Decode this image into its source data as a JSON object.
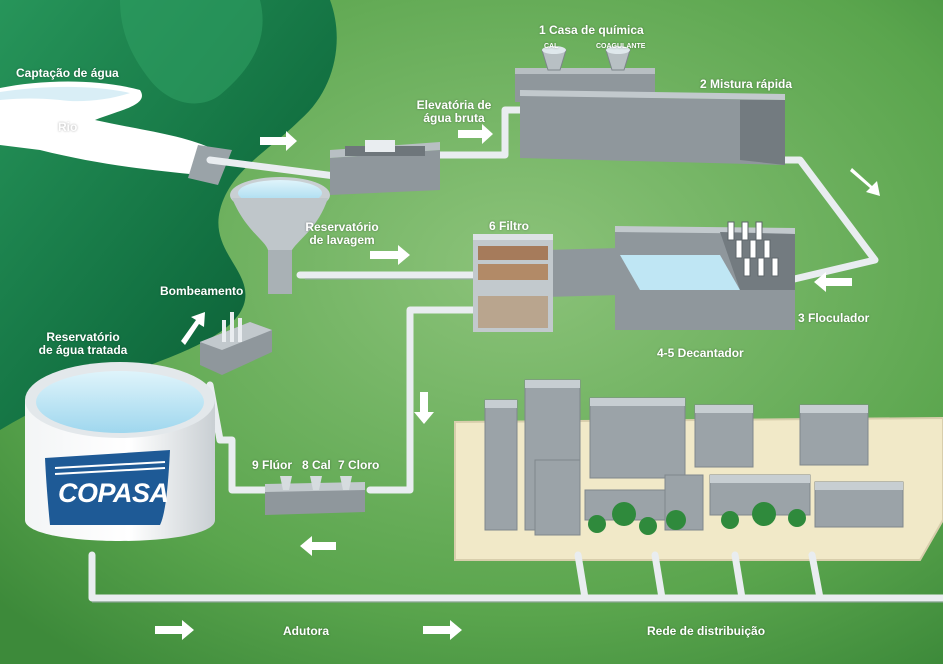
{
  "labels": {
    "captacao": "Captação de água",
    "rio": "Rio",
    "elevatoria_line1": "Elevatória de",
    "elevatoria_line2": "água bruta",
    "casa_quimica": "1 Casa de química",
    "cal_small": "CAL",
    "coagulante_small": "COAGULANTE",
    "mistura_rapida": "2 Mistura rápida",
    "reservatorio_lavagem_line1": "Reservatório",
    "reservatorio_lavagem_line2": "de lavagem",
    "filtro": "6 Filtro",
    "floculador": "3 Floculador",
    "decantador": "4-5 Decantador",
    "bombeamento": "Bombeamento",
    "reservatorio_tratada_line1": "Reservatório",
    "reservatorio_tratada_line2": "de água tratada",
    "fluor": "9 Flúor",
    "cal": "8 Cal",
    "cloro": "7 Cloro",
    "adutora": "Adutora",
    "rede_distribuicao": "Rede de distribuição"
  },
  "logo": {
    "text": "COPASA"
  },
  "colors": {
    "background": "#4f9a45",
    "pipe": "#e9edf0",
    "concrete": "#8f979c",
    "water": "#bfe6f4",
    "logo_blue": "#1e5a96",
    "hills": "#1a7a3f",
    "ground_block": "#f1e9c8"
  }
}
